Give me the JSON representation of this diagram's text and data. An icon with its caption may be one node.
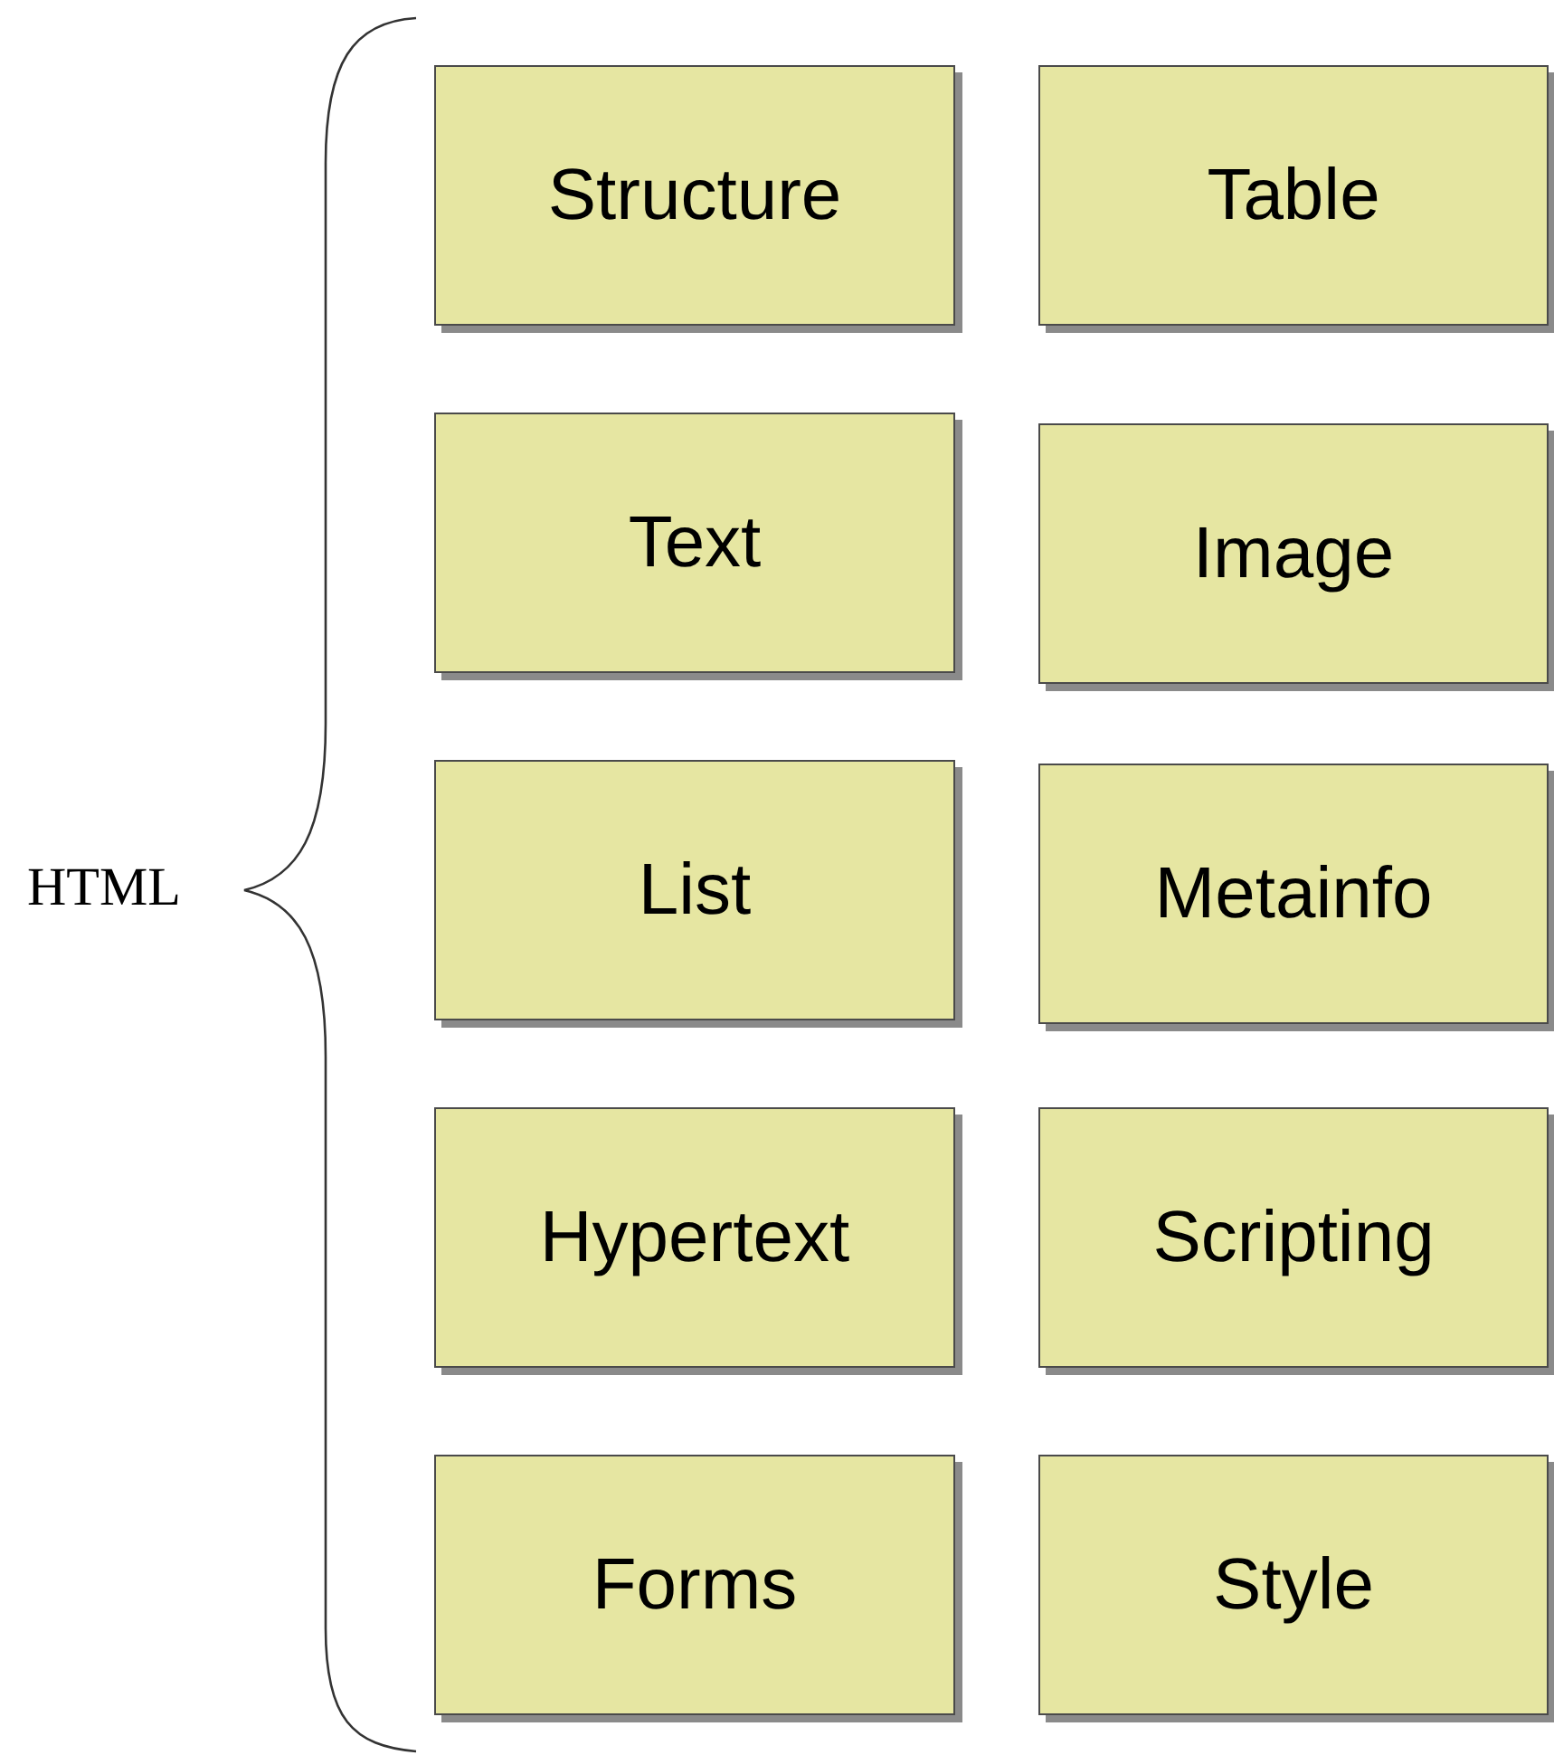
{
  "diagram": {
    "nodes": [
      {
        "text": [
          "Structure"
        ]
      },
      {
        "text": [
          "Table"
        ]
      },
      {
        "text": [
          "Text"
        ]
      },
      {
        "text": [
          "Image"
        ]
      },
      {
        "text": [
          "List"
        ]
      },
      {
        "text": [
          "Metainfo"
        ]
      },
      {
        "text": [
          "Hypertext"
        ]
      },
      {
        "text": [
          "Scripting"
        ]
      },
      {
        "text": [
          "Forms"
        ]
      },
      {
        "text": [
          "Style"
        ]
      }
    ],
    "labels": [
      "HTML"
    ]
  }
}
